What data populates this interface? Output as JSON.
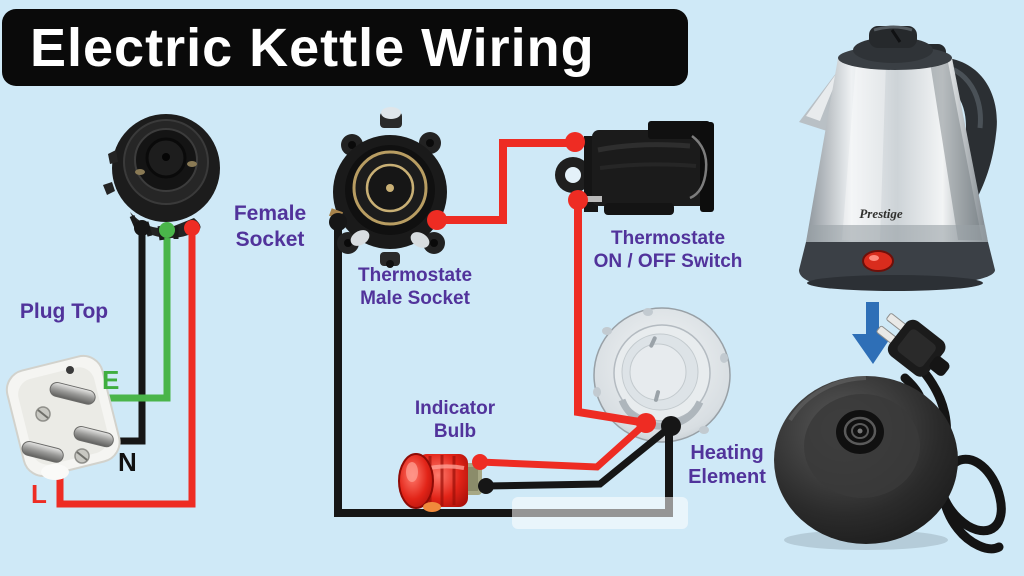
{
  "title": "Electric Kettle Wiring",
  "components": {
    "female_socket": {
      "label_line1": "Female",
      "label_line2": "Socket"
    },
    "plug_top": {
      "label": "Plug Top"
    },
    "thermostat_male_socket": {
      "label_line1": "Thermostate",
      "label_line2": "Male Socket"
    },
    "thermostat_switch": {
      "label_line1": "Thermostate",
      "label_line2": "ON / OFF Switch"
    },
    "indicator_bulb": {
      "label_line1": "Indicator",
      "label_line2": "Bulb"
    },
    "heating_element": {
      "label_line1": "Heating",
      "label_line2": "Element"
    },
    "kettle": {
      "brand": "Prestige"
    }
  },
  "wire_markers": {
    "earth": "E",
    "neutral": "N",
    "live": "L"
  },
  "colors": {
    "background": "#cfe9f7",
    "title_bg": "#0a0a0a",
    "title_text": "#ffffff",
    "label_purple": "#51339b",
    "wire_red": "#ee2c23",
    "wire_green": "#4ab54a",
    "wire_black": "#161616",
    "arrow_blue": "#2e6fb7"
  }
}
